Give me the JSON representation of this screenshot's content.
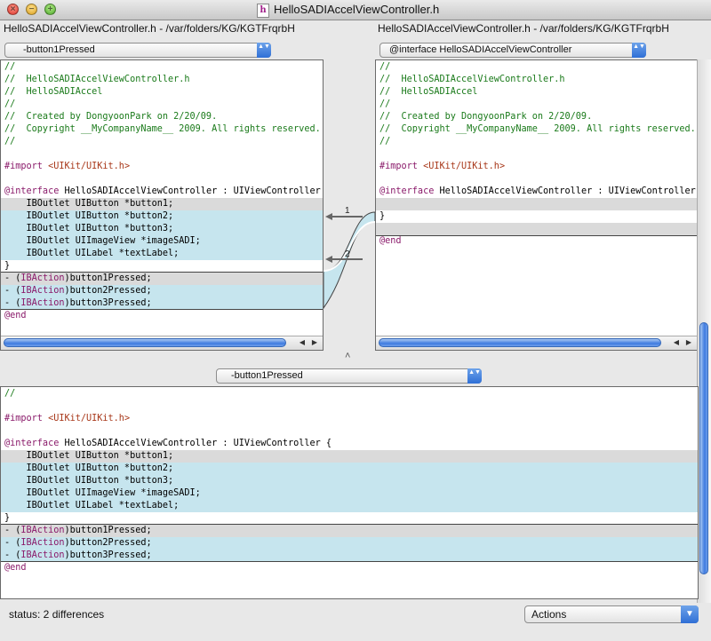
{
  "window": {
    "title": "HelloSADIAccelViewController.h",
    "doc_icon_glyph": "h"
  },
  "left": {
    "path": "HelloSADIAccelViewController.h - /var/folders/KG/KGTFrqrbH",
    "popup": "-button1Pressed",
    "lines": [
      [
        {
          "t": "//",
          "c": "cm"
        }
      ],
      [
        {
          "t": "//  HelloSADIAccelViewController.h",
          "c": "cm"
        }
      ],
      [
        {
          "t": "//  HelloSADIAccel",
          "c": "cm"
        }
      ],
      [
        {
          "t": "//",
          "c": "cm"
        }
      ],
      [
        {
          "t": "//  Created by DongyoonPark on 2/20/09.",
          "c": "cm"
        }
      ],
      [
        {
          "t": "//  Copyright __MyCompanyName__ 2009. All rights reserved.",
          "c": "cm"
        }
      ],
      [
        {
          "t": "//",
          "c": "cm"
        }
      ],
      [
        {
          "t": ""
        }
      ],
      [
        {
          "t": "#import ",
          "c": "kw"
        },
        {
          "t": "<UIKit/UIKit.h>",
          "c": "st"
        }
      ],
      [
        {
          "t": ""
        }
      ],
      [
        {
          "t": "@interface",
          "c": "kw"
        },
        {
          "t": " HelloSADIAccelViewController : UIViewController {"
        }
      ],
      [
        {
          "t": "    IBOutlet UIButton *button1;"
        }
      ],
      [
        {
          "t": "    IBOutlet UIButton *button2;"
        }
      ],
      [
        {
          "t": "    IBOutlet UIButton *button3;"
        }
      ],
      [
        {
          "t": "    IBOutlet UIImageView *imageSADI;"
        }
      ],
      [
        {
          "t": "    IBOutlet UILabel *textLabel;"
        }
      ],
      [
        {
          "t": "}"
        }
      ],
      [
        {
          "t": "- ("
        },
        {
          "t": "IBAction",
          "c": "kw"
        },
        {
          "t": ")button1Pressed;"
        }
      ],
      [
        {
          "t": "- ("
        },
        {
          "t": "IBAction",
          "c": "kw"
        },
        {
          "t": ")button2Pressed;"
        }
      ],
      [
        {
          "t": "- ("
        },
        {
          "t": "IBAction",
          "c": "kw"
        },
        {
          "t": ")button3Pressed;"
        }
      ],
      [
        {
          "t": "@end",
          "c": "kw"
        }
      ]
    ]
  },
  "right": {
    "path": "HelloSADIAccelViewController.h - /var/folders/KG/KGTFrqrbH",
    "popup": "@interface HelloSADIAccelViewController",
    "lines": [
      [
        {
          "t": "//",
          "c": "cm"
        }
      ],
      [
        {
          "t": "//  HelloSADIAccelViewController.h",
          "c": "cm"
        }
      ],
      [
        {
          "t": "//  HelloSADIAccel",
          "c": "cm"
        }
      ],
      [
        {
          "t": "//",
          "c": "cm"
        }
      ],
      [
        {
          "t": "//  Created by DongyoonPark on 2/20/09.",
          "c": "cm"
        }
      ],
      [
        {
          "t": "//  Copyright __MyCompanyName__ 2009. All rights reserved.",
          "c": "cm"
        }
      ],
      [
        {
          "t": "//",
          "c": "cm"
        }
      ],
      [
        {
          "t": ""
        }
      ],
      [
        {
          "t": "#import ",
          "c": "kw"
        },
        {
          "t": "<UIKit/UIKit.h>",
          "c": "st"
        }
      ],
      [
        {
          "t": ""
        }
      ],
      [
        {
          "t": "@interface",
          "c": "kw"
        },
        {
          "t": " HelloSADIAccelViewController : UIViewController {"
        }
      ],
      [
        {
          "t": ""
        }
      ],
      [
        {
          "t": "}"
        }
      ],
      [
        {
          "t": ""
        }
      ],
      [
        {
          "t": "@end",
          "c": "kw"
        }
      ]
    ]
  },
  "gutter": {
    "diff_labels": [
      "1",
      "2"
    ]
  },
  "bottom": {
    "popup": "-button1Pressed",
    "lines": [
      [
        {
          "t": "//",
          "c": "cm"
        }
      ],
      [
        {
          "t": ""
        }
      ],
      [
        {
          "t": "#import ",
          "c": "kw"
        },
        {
          "t": "<UIKit/UIKit.h>",
          "c": "st"
        }
      ],
      [
        {
          "t": ""
        }
      ],
      [
        {
          "t": "@interface",
          "c": "kw"
        },
        {
          "t": " HelloSADIAccelViewController : UIViewController {"
        }
      ],
      [
        {
          "t": "    IBOutlet UIButton *button1;"
        }
      ],
      [
        {
          "t": "    IBOutlet UIButton *button2;"
        }
      ],
      [
        {
          "t": "    IBOutlet UIButton *button3;"
        }
      ],
      [
        {
          "t": "    IBOutlet UIImageView *imageSADI;"
        }
      ],
      [
        {
          "t": "    IBOutlet UILabel *textLabel;"
        }
      ],
      [
        {
          "t": "}"
        }
      ],
      [
        {
          "t": "- ("
        },
        {
          "t": "IBAction",
          "c": "kw"
        },
        {
          "t": ")button1Pressed;"
        }
      ],
      [
        {
          "t": "- ("
        },
        {
          "t": "IBAction",
          "c": "kw"
        },
        {
          "t": ")button2Pressed;"
        }
      ],
      [
        {
          "t": "- ("
        },
        {
          "t": "IBAction",
          "c": "kw"
        },
        {
          "t": ")button3Pressed;"
        }
      ],
      [
        {
          "t": "@end",
          "c": "kw"
        }
      ]
    ]
  },
  "footer": {
    "status": "status:  2 differences",
    "actions": "Actions"
  },
  "icons": {
    "popup_arrows": "▲▼",
    "scroll_left": "◀",
    "scroll_right": "▶",
    "splitter": "˄",
    "actions_arrow": "▼"
  },
  "colors": {
    "diff_blue": "#c6e5ee",
    "diff_gray": "#dadada",
    "scroll_blue": "#3f7be0"
  }
}
